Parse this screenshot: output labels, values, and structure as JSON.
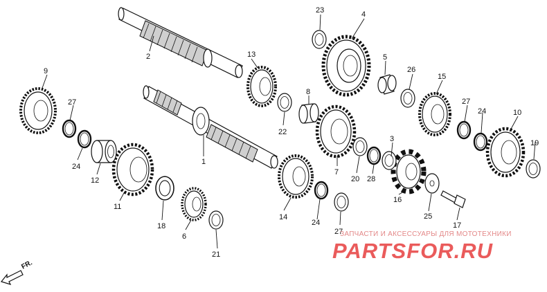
{
  "diagram": {
    "callouts": [
      "1",
      "2",
      "3",
      "4",
      "5",
      "6",
      "7",
      "8",
      "9",
      "10",
      "11",
      "12",
      "13",
      "14",
      "15",
      "16",
      "17",
      "18",
      "19",
      "20",
      "21",
      "22",
      "23",
      "24",
      "24",
      "24",
      "25",
      "26",
      "27",
      "27",
      "27",
      "28"
    ],
    "direction_label": "FR.",
    "watermark": {
      "tagline": "ЗАПЧАСТИ И АКСЕССУАРЫ ДЛЯ МОТОТЕХНИКИ",
      "brand": "PARTSFOR.RU",
      "brand_color": "#e84a4a"
    }
  }
}
